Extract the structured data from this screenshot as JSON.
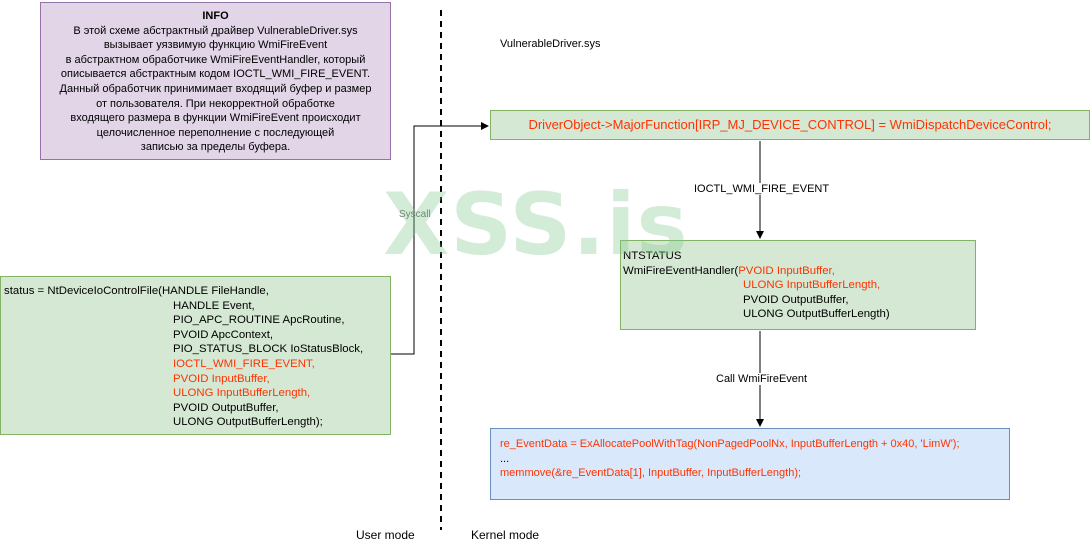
{
  "info": {
    "title": "INFO",
    "lines": [
      "В этой схеме абстрактный драйвер VulnerableDriver.sys",
      "вызывает уязвимую функцию WmiFireEvent",
      "в абстрактном обработчике WmiFireEventHandler, который",
      "описывается абстрактным кодом IOCTL_WMI_FIRE_EVENT.",
      "Данный обработчик принимимает входящий буфер и размер",
      "от пользователя. При некорректной обработке",
      "входящего размера в функции WmiFireEvent происходит",
      "целочисленное переполнение с последующей",
      "записью за пределы буфера."
    ]
  },
  "driver_label": "VulnerableDriver.sys",
  "user_call": {
    "first": "status = NtDeviceIoControlFile(HANDLE FileHandle,",
    "params": [
      {
        "text": "HANDLE Event,",
        "highlight": false
      },
      {
        "text": "PIO_APC_ROUTINE ApcRoutine,",
        "highlight": false
      },
      {
        "text": "PVOID ApcContext,",
        "highlight": false
      },
      {
        "text": "PIO_STATUS_BLOCK IoStatusBlock,",
        "highlight": false
      },
      {
        "text": "IOCTL_WMI_FIRE_EVENT,",
        "highlight": true
      },
      {
        "text": "PVOID InputBuffer,",
        "highlight": true
      },
      {
        "text": "ULONG InputBufferLength,",
        "highlight": true
      },
      {
        "text": "PVOID OutputBuffer,",
        "highlight": false
      },
      {
        "text": "ULONG OutputBufferLength);",
        "highlight": false
      }
    ]
  },
  "dispatch_text": "DriverObject->MajorFunction[IRP_MJ_DEVICE_CONTROL] = WmiDispatchDeviceControl;",
  "handler": {
    "line1": "NTSTATUS",
    "line2_prefix": "WmiFireEventHandler(",
    "line2_param": "PVOID InputBuffer,",
    "params": [
      {
        "text": "ULONG InputBufferLength,",
        "highlight": true
      },
      {
        "text": "PVOID OutputBuffer,",
        "highlight": false
      },
      {
        "text": "ULONG OutputBufferLength)",
        "highlight": false
      }
    ]
  },
  "alloc": {
    "line1": "re_EventData = ExAllocatePoolWithTag(NonPagedPoolNx, InputBufferLength + 0x40, 'LimW');",
    "line2": "...",
    "line3": "memmove(&re_EventData[1], InputBuffer, InputBufferLength);"
  },
  "edges": {
    "syscall": "Syscall",
    "ioctl": "IOCTL_WMI_FIRE_EVENT",
    "call": "Call WmiFireEvent"
  },
  "modes": {
    "user": "User mode",
    "kernel": "Kernel mode"
  },
  "watermark": "XSS.is",
  "colors": {
    "green_fill": "#d5e8d4",
    "green_stroke": "#82b366",
    "purple_fill": "#e1d5e7",
    "purple_stroke": "#9673a6",
    "blue_fill": "#dae8fc",
    "blue_stroke": "#6c8ebf",
    "highlight_red": "#ff3300"
  }
}
